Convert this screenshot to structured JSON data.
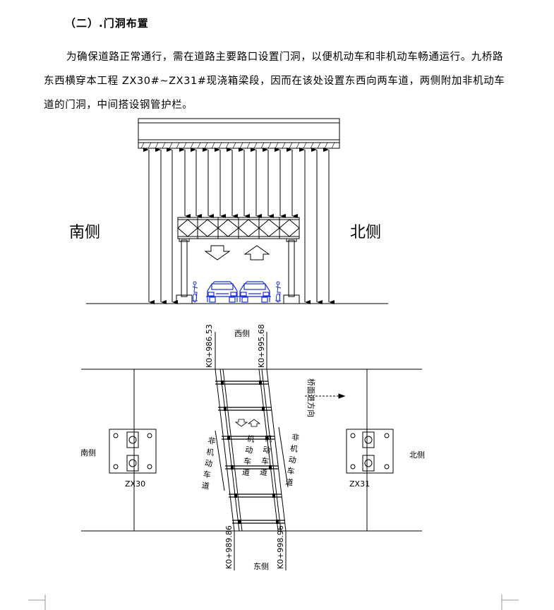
{
  "doc": {
    "heading": "（二）.门洞布置",
    "paragraph": "为确保道路正常通行，需在道路主要路口设置门洞，以便机动车和非机动车畅通运行。九桥路东西横穿本工程 ZX30#~ZX31#现浇箱梁段，因而在该处设置东西向两车道，两侧附加非机动车道的门洞，中间搭设钢管护栏。"
  },
  "elevation": {
    "south_label": "南侧",
    "north_label": "北侧"
  },
  "plan": {
    "west_label": "西侧",
    "east_label": "东侧",
    "south_label": "南侧",
    "north_label": "北侧",
    "pier_left": "ZX30",
    "pier_right": "ZX31",
    "station_top_left": "K0+986.53",
    "station_top_right": "K0+995.68",
    "station_bottom_left": "K0+989.86",
    "station_bottom_right": "K0+998.96",
    "bridge_direction_text": "桥面进方向",
    "nonmotor_left_text": [
      "非",
      "机",
      "动",
      "车",
      "道"
    ],
    "nonmotor_right_text": [
      "非",
      "机",
      "动",
      "车",
      "道"
    ],
    "motor_text": [
      "机",
      "动",
      "车",
      "道"
    ]
  }
}
